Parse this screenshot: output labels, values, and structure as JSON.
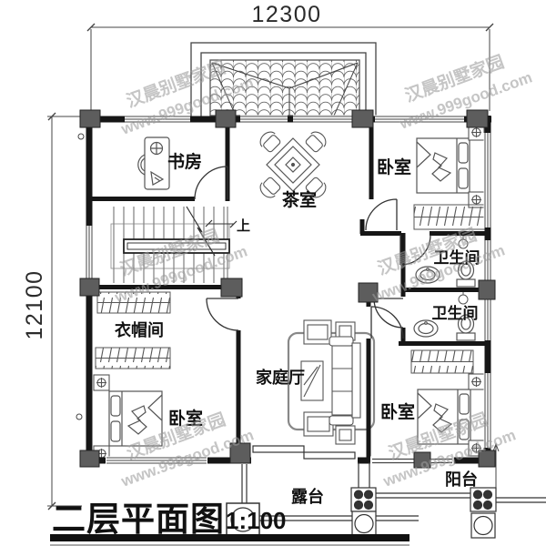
{
  "title_block": {
    "title": "二层平面图",
    "scale": "1:100"
  },
  "dimensions": {
    "top_width": "12300",
    "left_height": "12100"
  },
  "watermark": {
    "brand": "汉晨别墅家园",
    "website": "www.999good.com"
  },
  "stairs": {
    "up_label": "上"
  },
  "rooms": {
    "study": {
      "label": "书房"
    },
    "tea_room": {
      "label": "茶室"
    },
    "bedroom_top_right": {
      "label": "卧室"
    },
    "bathroom_upper": {
      "label": "卫生间"
    },
    "bathroom_lower": {
      "label": "卫生间"
    },
    "cloakroom": {
      "label": "衣帽间"
    },
    "bedroom_bottom_left": {
      "label": "卧室"
    },
    "family_hall": {
      "label": "家庭厅"
    },
    "bedroom_bottom_right": {
      "label": "卧室"
    },
    "terrace": {
      "label": "露台"
    },
    "balcony": {
      "label": "阳台"
    }
  },
  "colors": {
    "background": "#ffffff",
    "wall": "#161616",
    "column_fill": "#5d5d5d",
    "furniture_line": "#555555",
    "dimension_line": "#444444",
    "watermark": "#9c9c9c",
    "title_text": "#111111",
    "title_underline": "#111111",
    "title_underline_secondary": "#aaaaaa"
  }
}
